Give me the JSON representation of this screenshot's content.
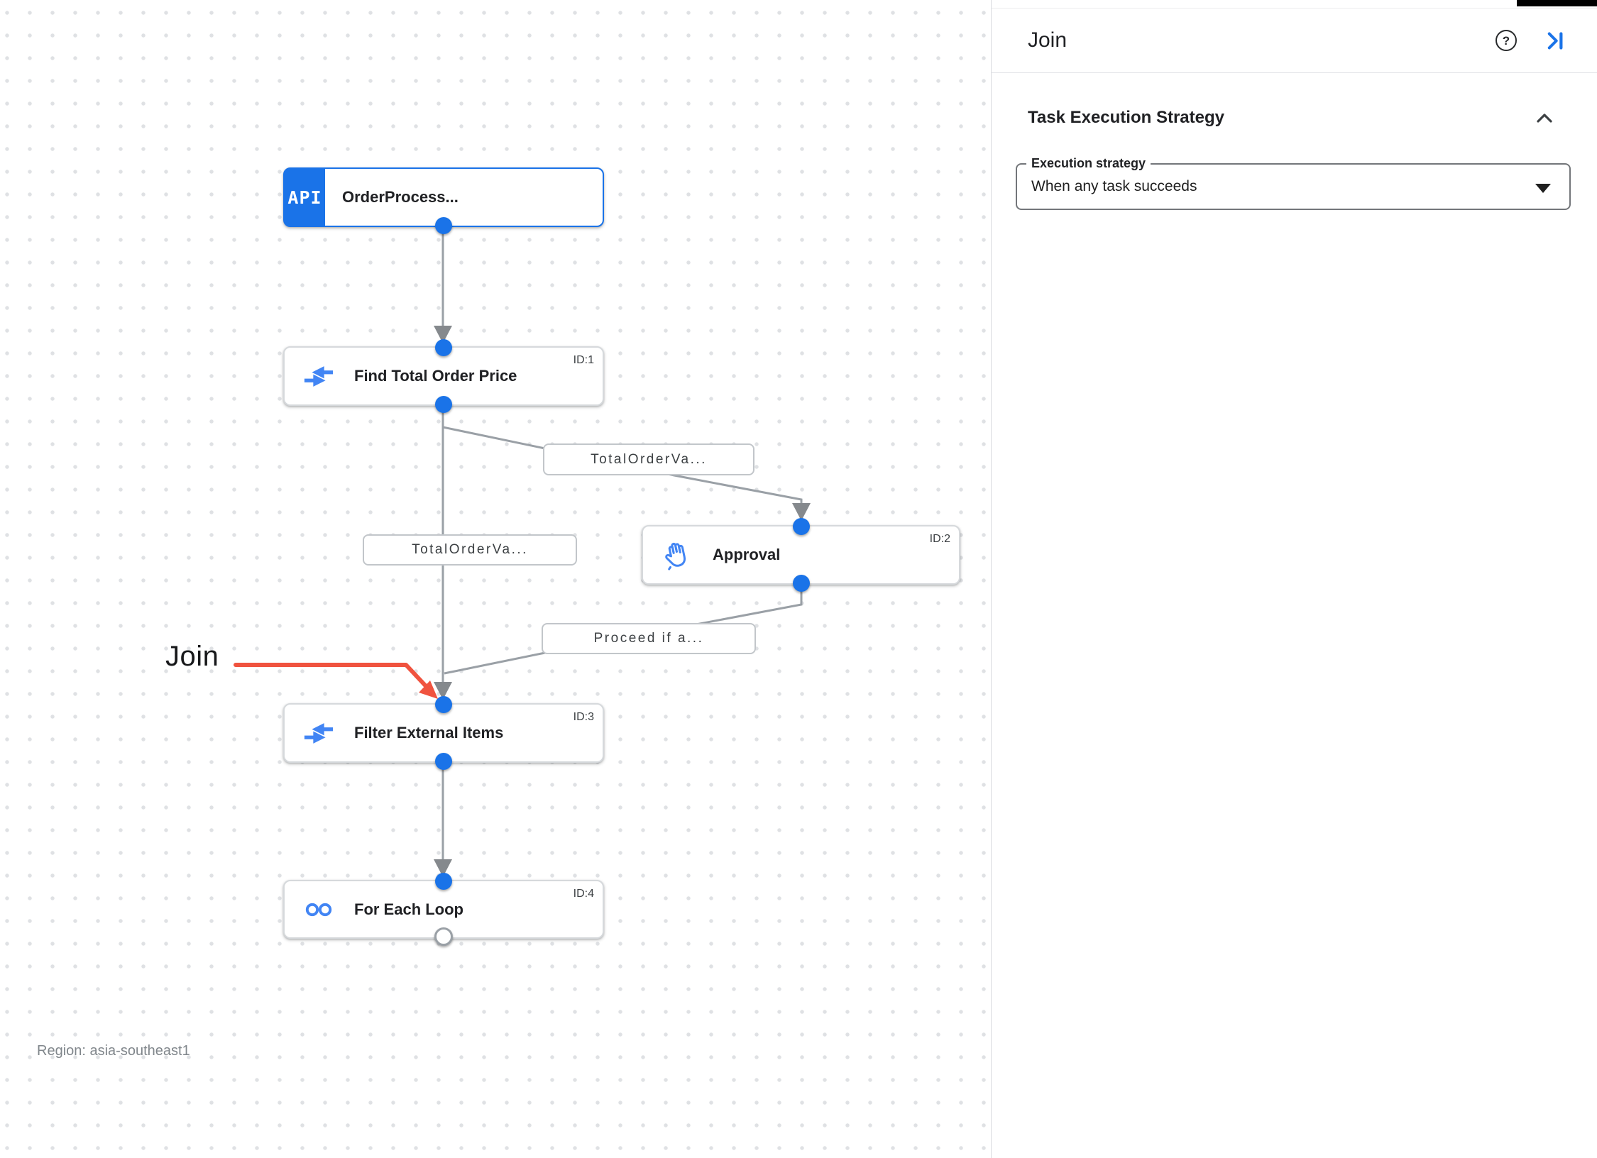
{
  "canvas": {
    "region_label": "Region: asia-southeast1",
    "trigger_badge": "API",
    "nodes": [
      {
        "title": "OrderProcess...",
        "icon": "api-trigger-badge",
        "id_label": ""
      },
      {
        "title": "Find Total Order Price",
        "icon": "data-mapping-icon",
        "id_label": "ID:1"
      },
      {
        "title": "Approval",
        "icon": "approval-hand-icon",
        "id_label": "ID:2"
      },
      {
        "title": "Filter External Items",
        "icon": "data-mapping-icon",
        "id_label": "ID:3"
      },
      {
        "title": "For Each Loop",
        "icon": "loop-icon",
        "id_label": "ID:4"
      }
    ],
    "edge_labels": [
      {
        "text": "TotalOrderVa..."
      },
      {
        "text": "TotalOrderVa..."
      },
      {
        "text": "Proceed if a..."
      }
    ],
    "annotation": {
      "label": "Join",
      "color": "#f0533f"
    }
  },
  "panel": {
    "title": "Join",
    "icons": {
      "help": "help-icon",
      "collapse": "collapse-panel-icon",
      "section_chevron": "chevron-up-icon",
      "dropdown": "dropdown-arrow-icon"
    },
    "section_title": "Task Execution Strategy",
    "execution_strategy": {
      "label": "Execution strategy",
      "value": "When any task succeeds"
    }
  },
  "colors": {
    "accent_blue": "#1a73e8",
    "icon_blue": "#4285f4",
    "edge_gray": "#9aa0a6",
    "arrowhead_gray": "#85898d",
    "annotation_red": "#f0533f",
    "panel_border": "#dadce0"
  }
}
